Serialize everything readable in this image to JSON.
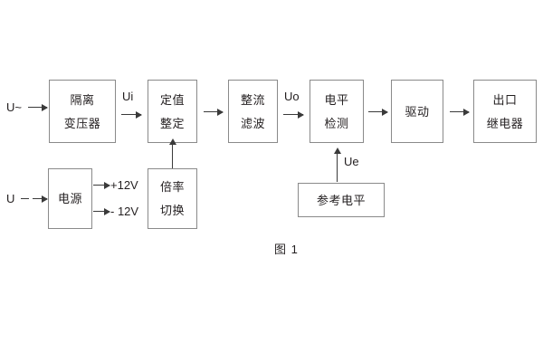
{
  "figure": {
    "caption": "图 1",
    "colors": {
      "box_border": "#8a8a8a",
      "line": "#3a3a3a",
      "text": "#231f20",
      "background": "#ffffff"
    }
  },
  "main_chain": {
    "input_label": "U~",
    "blocks": [
      {
        "id": "isolation-transformer",
        "line1": "隔离",
        "line2": "变压器"
      },
      {
        "id": "setpoint-setting",
        "line1": "定值",
        "line2": "整定"
      },
      {
        "id": "rectify-filter",
        "line1": "整流",
        "line2": "滤波"
      },
      {
        "id": "level-detection",
        "line1": "电平",
        "line2": "检测"
      },
      {
        "id": "drive",
        "line1": "驱动",
        "line2": ""
      },
      {
        "id": "output-relay",
        "line1": "出口",
        "line2": "继电器"
      }
    ],
    "signal_labels": {
      "ui": "Ui",
      "uo": "Uo",
      "ue": "Ue"
    }
  },
  "power_branch": {
    "input_label": "U",
    "power_supply": {
      "id": "power-supply",
      "line1": "电源",
      "line2": ""
    },
    "rails": [
      {
        "id": "rail-positive",
        "label": "+12V"
      },
      {
        "id": "rail-negative",
        "label": "- 12V"
      }
    ],
    "multiplier_switch": {
      "id": "multiplier-switch",
      "line1": "倍率",
      "line2": "切换"
    }
  },
  "reference_branch": {
    "reference_level": {
      "id": "reference-level",
      "line1": "参考电平",
      "line2": ""
    }
  }
}
